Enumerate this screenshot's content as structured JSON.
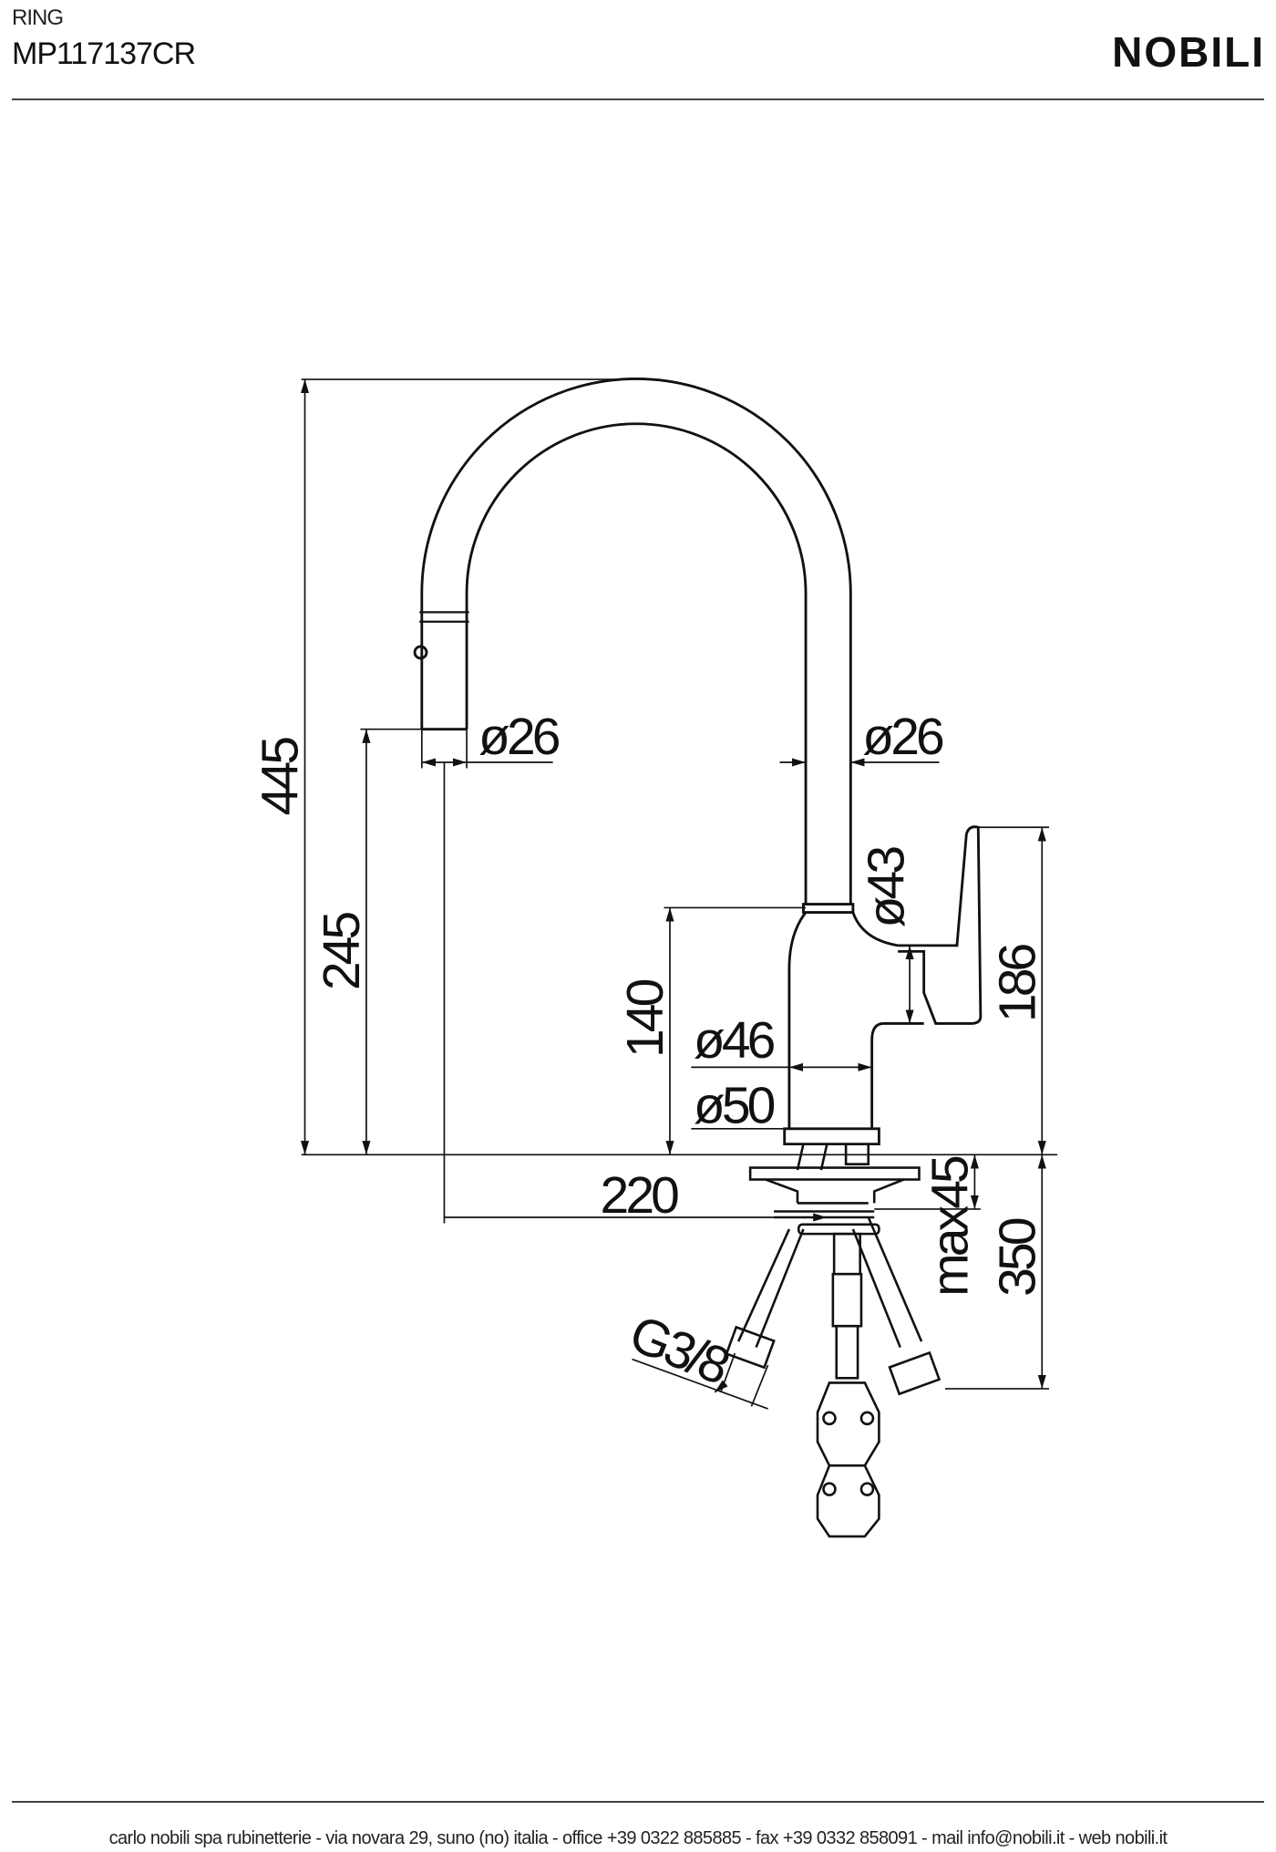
{
  "header": {
    "series": "RING",
    "product_code": "MP117137CR",
    "brand": "NOBILI"
  },
  "drawing": {
    "dimensions": {
      "total_height": "445",
      "spout_height": "245",
      "body_height": "140",
      "handle_height": "186",
      "hose_length": "350",
      "max_deck": "max45",
      "reach": "220",
      "spout_diameter_left": "ø26",
      "spout_diameter_right": "ø26",
      "neck_diameter": "ø43",
      "body_diameter": "ø46",
      "base_diameter": "ø50",
      "thread": "G3/8"
    }
  },
  "footer": {
    "text": "carlo nobili spa rubinetterie - via novara 29, suno (no) italia - office +39 0322 885885 - fax +39 0332 858091 - mail info@nobili.it - web nobili.it"
  }
}
